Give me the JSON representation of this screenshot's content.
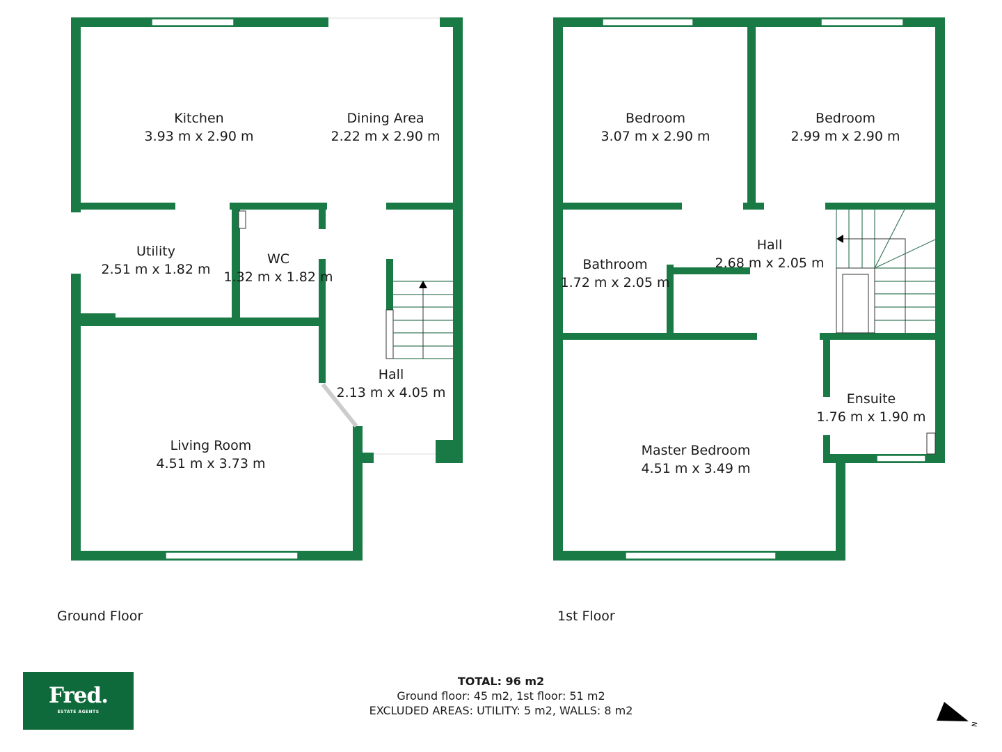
{
  "colors": {
    "wall": "#1a7a46",
    "logo_bg": "#0f6a3b"
  },
  "ground_floor": {
    "label": "Ground Floor",
    "rooms": [
      {
        "name": "Kitchen",
        "size": "3.93 m x 2.90 m"
      },
      {
        "name": "Dining Area",
        "size": "2.22 m x 2.90 m"
      },
      {
        "name": "Utility",
        "size": "2.51 m x 1.82 m"
      },
      {
        "name": "WC",
        "size": "1.32 m x 1.82 m"
      },
      {
        "name": "Hall",
        "size": "2.13 m x 4.05 m"
      },
      {
        "name": "Living Room",
        "size": "4.51 m x 3.73 m"
      }
    ]
  },
  "first_floor": {
    "label": "1st Floor",
    "rooms": [
      {
        "name": "Bedroom",
        "size": "3.07 m x 2.90 m"
      },
      {
        "name": "Bedroom",
        "size": "2.99 m x 2.90 m"
      },
      {
        "name": "Bathroom",
        "size": "1.72 m x 2.05 m"
      },
      {
        "name": "Hall",
        "size": "2.68 m x 2.05 m"
      },
      {
        "name": "Ensuite",
        "size": "1.76 m x 1.90 m"
      },
      {
        "name": "Master Bedroom",
        "size": "4.51 m x 3.49 m"
      }
    ]
  },
  "totals": {
    "total": "TOTAL: 96 m2",
    "floors": "Ground floor: 45 m2, 1st floor: 51 m2",
    "excluded": "EXCLUDED AREAS: UTILITY: 5 m2, WALLS: 8 m2"
  },
  "logo": {
    "name": "Fred.",
    "tagline": "ESTATE AGENTS"
  },
  "compass": {
    "label": "N",
    "icon": "north-arrow-icon"
  }
}
